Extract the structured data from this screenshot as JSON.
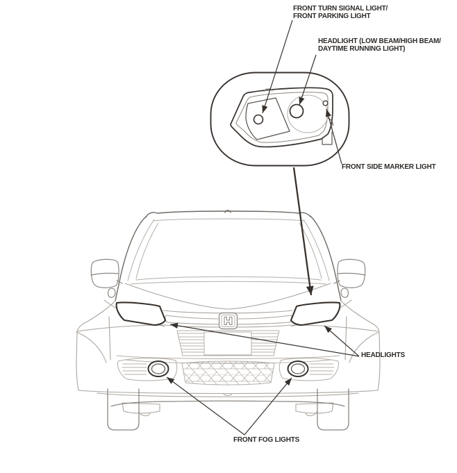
{
  "document": {
    "type": "owner-manual-lighting-diagram",
    "labels": {
      "front_turn_signal": [
        "FRONT TURN SIGNAL LIGHT/",
        "FRONT PARKING LIGHT"
      ],
      "headlight_bulb": [
        "HEADLIGHT (LOW BEAM/HIGH BEAM/",
        "DAYTIME RUNNING LIGHT)"
      ],
      "front_side_marker": "FRONT SIDE MARKER LIGHT",
      "headlights": "HEADLIGHTS",
      "front_fog_lights": "FRONT FOG LIGHTS"
    },
    "colors": {
      "line_bold": "#37312d",
      "line_mid": "#8b857f",
      "line_light": "#b4aea8",
      "text": "#2e2a27",
      "background": "#ffffff"
    }
  }
}
